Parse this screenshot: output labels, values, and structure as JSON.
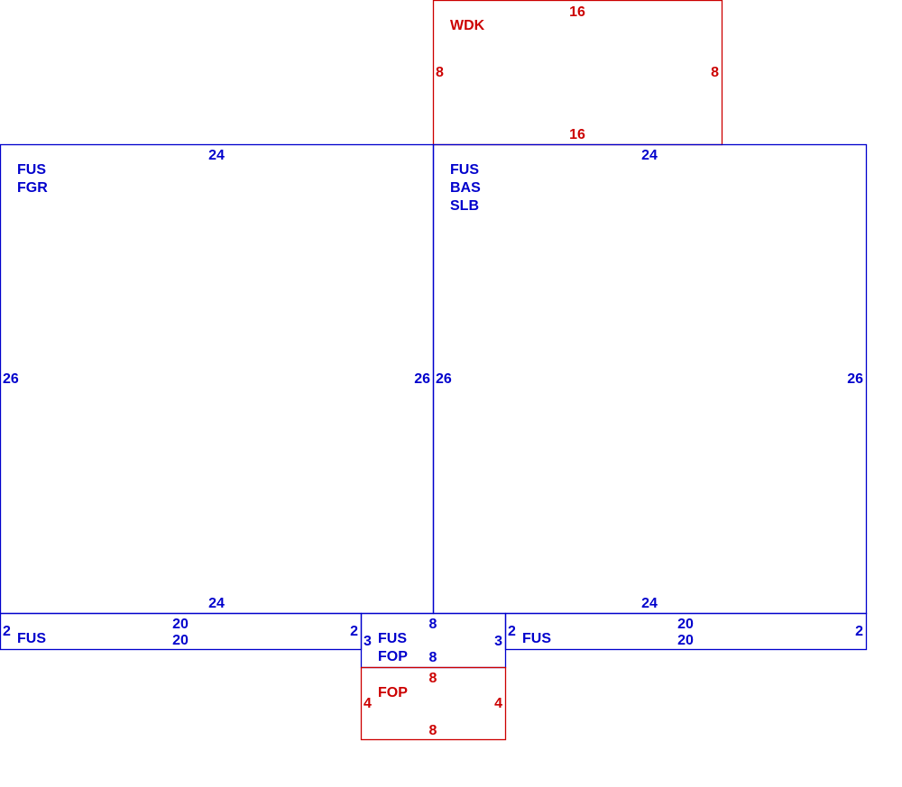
{
  "colors": {
    "fus": "#0000cc",
    "other": "#cc0000"
  },
  "areas": {
    "wdk": {
      "labels": [
        "WDK"
      ],
      "dims": {
        "top": "16",
        "bottom": "16",
        "left": "8",
        "right": "8"
      }
    },
    "fgr": {
      "labels": [
        "FUS",
        "FGR"
      ],
      "dims": {
        "top": "24",
        "bottom": "24",
        "left": "26",
        "right": "26"
      }
    },
    "bas": {
      "labels": [
        "FUS",
        "BAS",
        "SLB"
      ],
      "dims": {
        "top": "24",
        "bottom": "24",
        "left": "26",
        "right": "26"
      }
    },
    "fus_left": {
      "labels": [
        "FUS"
      ],
      "dims": {
        "top": "20",
        "bottom": "20",
        "left": "2",
        "right": "2"
      }
    },
    "fus_fop": {
      "labels": [
        "FUS",
        "FOP"
      ],
      "dims": {
        "top": "8",
        "bottom": "8",
        "left": "3",
        "right": "3"
      }
    },
    "fus_right": {
      "labels": [
        "FUS"
      ],
      "dims": {
        "top": "20",
        "bottom": "20",
        "left": "2",
        "right": "2"
      }
    },
    "fop": {
      "labels": [
        "FOP"
      ],
      "dims": {
        "top": "8",
        "bottom": "8",
        "left": "4",
        "right": "4"
      }
    }
  }
}
